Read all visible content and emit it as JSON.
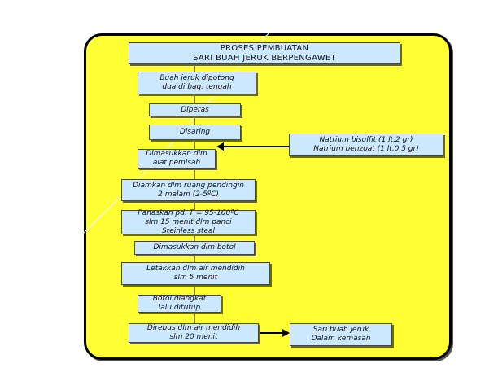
{
  "title": "PROSES PEMBUATAN\nSARI BUAH JERUK BERPENGAWET",
  "steps": [
    "Buah jeruk dipotong\ndua di bag. tengah",
    "Diperas",
    "Disaring",
    "Dimasukkan dlm\nalat pemisah",
    "Diamkan dlm ruang pendingin\n2 malam (2-5ºC)",
    "Panaskan pd. T = 95-100ºC\nslm 15 menit dlm panci\nSteinless steal",
    "Dimasukkan dlm botol",
    "Letakkan dlm air mendidih\nslm 5 menit",
    "Botol diangkat\nlalu ditutup",
    "Direbus dlm air mendidih\nslm 20 menit"
  ],
  "additive": "Natrium bisulfit (1 lt.2 gr)\nNatrium benzoat (1 lt.0,5 gr)",
  "output": "Sari buah jeruk\nDalam kemasan",
  "colors": {
    "panel": "#ffff33",
    "box": "#cce8ff",
    "border": "#000000"
  }
}
